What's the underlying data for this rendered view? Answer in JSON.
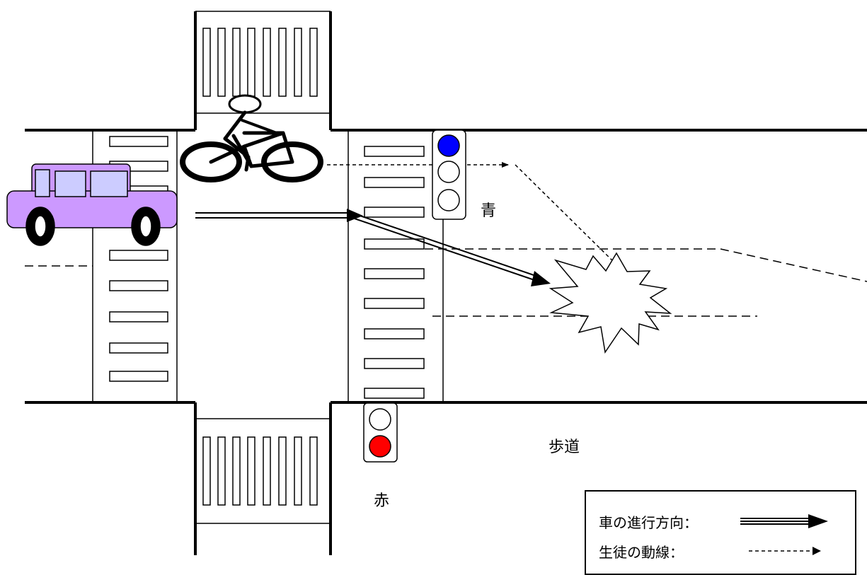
{
  "labels": {
    "green_signal": "青",
    "red_signal": "赤",
    "sidewalk": "歩道"
  },
  "legend": {
    "car_direction": "車の進行方向：",
    "student_path": "生徒の動線："
  },
  "colors": {
    "car_body": "#cc99ff",
    "car_window": "#ccccff",
    "signal_blue": "#0000ff",
    "signal_red": "#ff0000"
  }
}
